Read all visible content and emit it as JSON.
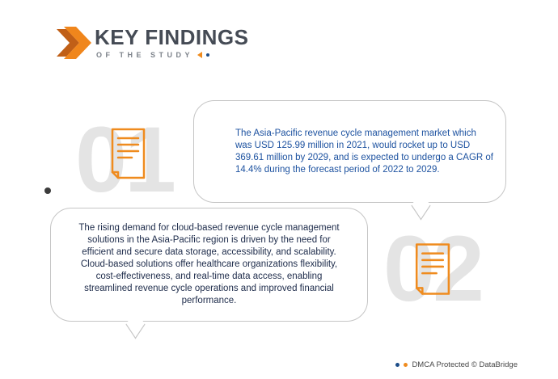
{
  "header": {
    "title": "KEY FINDINGS",
    "subtitle": "OF THE STUDY"
  },
  "findings": [
    {
      "number": "01",
      "text": "The Asia-Pacific revenue cycle management market which was USD 125.99 million in 2021, would rocket up to USD 369.61 million by 2029, and is expected to undergo a CAGR of 14.4% during the forecast period of 2022 to 2029."
    },
    {
      "number": "02",
      "text": "The rising demand for cloud-based revenue cycle management solutions in the Asia-Pacific region is driven by the need for efficient and secure data storage, accessibility, and scalability. Cloud-based solutions offer healthcare organizations flexibility, cost-effectiveness, and real-time data access, enabling streamlined revenue cycle operations and improved financial performance."
    }
  ],
  "footer": {
    "dmca_text": "DMCA Protected © DataBridge"
  },
  "icons": {
    "logo": "double-chevron-right",
    "finding_icon": "newspaper-document",
    "subtitle_marker": "left-arrow-with-dot"
  },
  "colors": {
    "accent_orange": "#ef8b1e",
    "accent_orange_dark": "#c05f17",
    "finding1_text_blue": "#1d52a0",
    "finding2_text_navy": "#1d2b4a",
    "watermark_gray": "#e4e4e4",
    "title_gray": "#454b55",
    "bubble_border": "#c5c5c5",
    "dot_blue": "#1d4e89"
  }
}
